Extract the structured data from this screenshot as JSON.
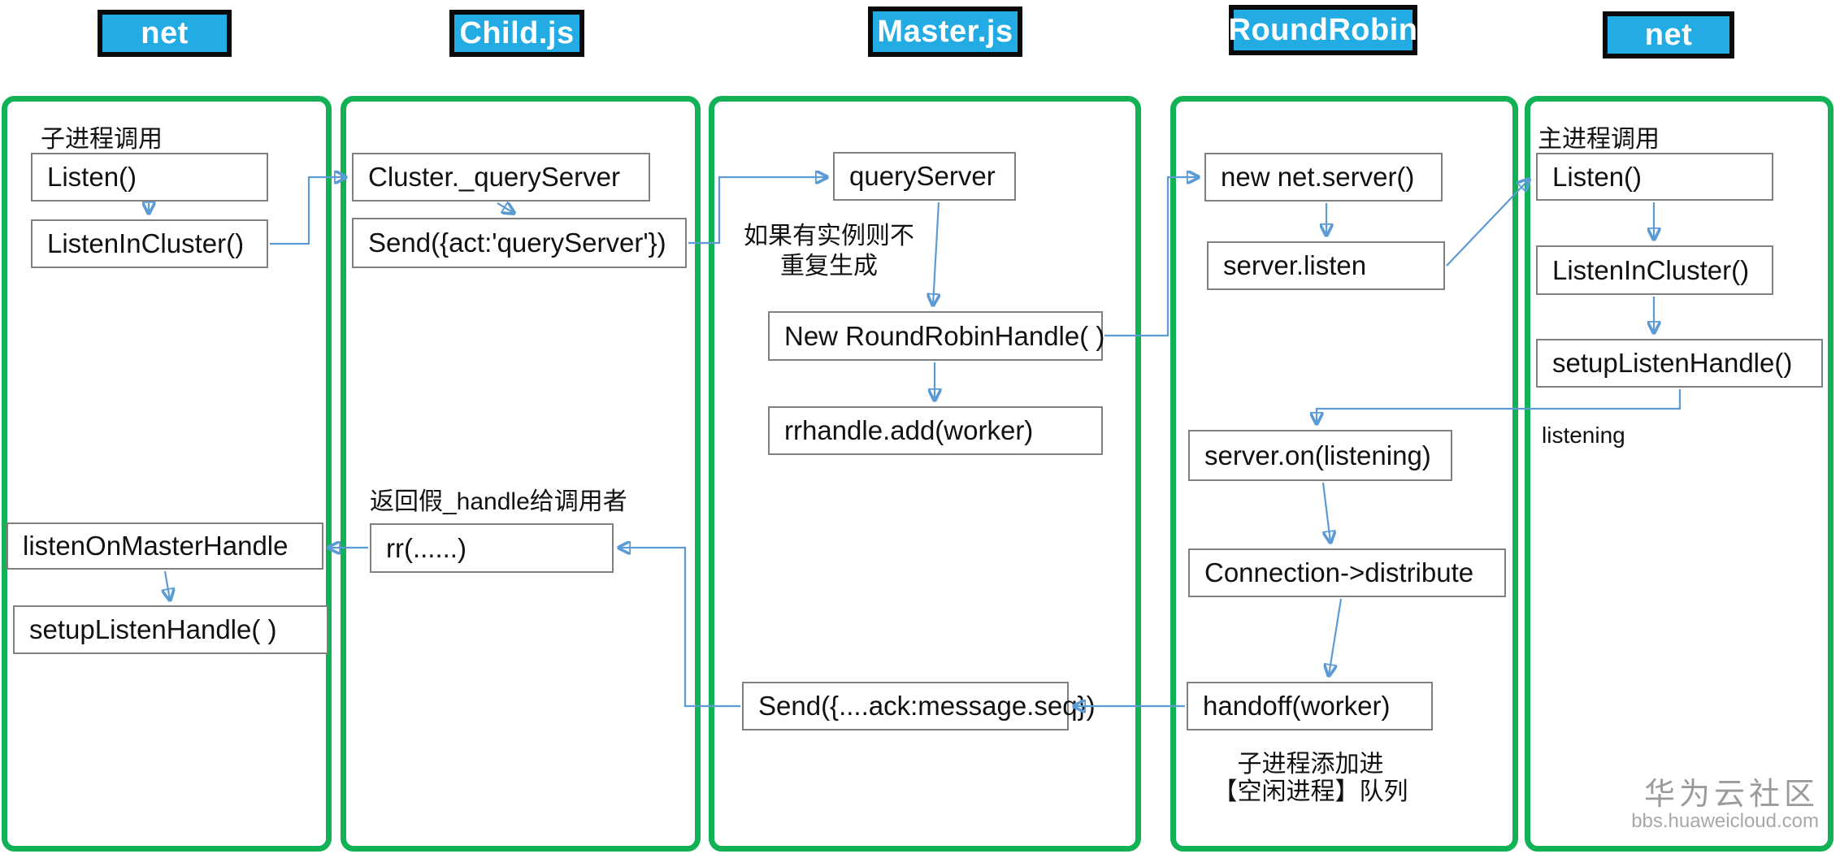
{
  "headers": {
    "net_left": "net",
    "child": "Child.js",
    "master": "Master.js",
    "roundrobin": "RoundRobin",
    "net_right": "net"
  },
  "net_child": {
    "caption": "子进程调用",
    "listen": "Listen()",
    "listen_in_cluster": "ListenInCluster()",
    "listen_on_master_handle": "listenOnMasterHandle",
    "setup_listen_handle": "setupListenHandle( )"
  },
  "child_js": {
    "cluster_query_server": "Cluster._queryServer",
    "send_act": "Send({act:'queryServer'})",
    "return_note": "返回假_handle给调用者",
    "rr": "rr(......)"
  },
  "master_js": {
    "query_server": "queryServer",
    "note_line1": "如果有实例则不",
    "note_line2": "重复生成",
    "new_round_robin_handle": "New RoundRobinHandle( )",
    "rrhandle_add": "rrhandle.add(worker)",
    "send_ack": "Send({....ack:message.seq})"
  },
  "round_robin": {
    "new_net_server": "new net.server()",
    "server_listen": "server.listen",
    "server_on_listening": "server.on(listening)",
    "connection_distribute": "Connection->distribute",
    "handoff": "handoff(worker)",
    "note_line1": "子进程添加进",
    "note_line2": "【空闲进程】队列"
  },
  "net_main": {
    "caption": "主进程调用",
    "listen": "Listen()",
    "listen_in_cluster": "ListenInCluster()",
    "setup_listen_handle": "setupListenHandle()",
    "listening_label": "listening"
  },
  "watermark": {
    "title": "华为云社区",
    "subtitle": "bbs.huaweicloud.com"
  },
  "colors": {
    "header_bg": "#23ace4",
    "header_border": "#0a0a0a",
    "panel_border": "#12b155",
    "connector": "#5b9bd5",
    "node_border": "#7f7f7f"
  }
}
